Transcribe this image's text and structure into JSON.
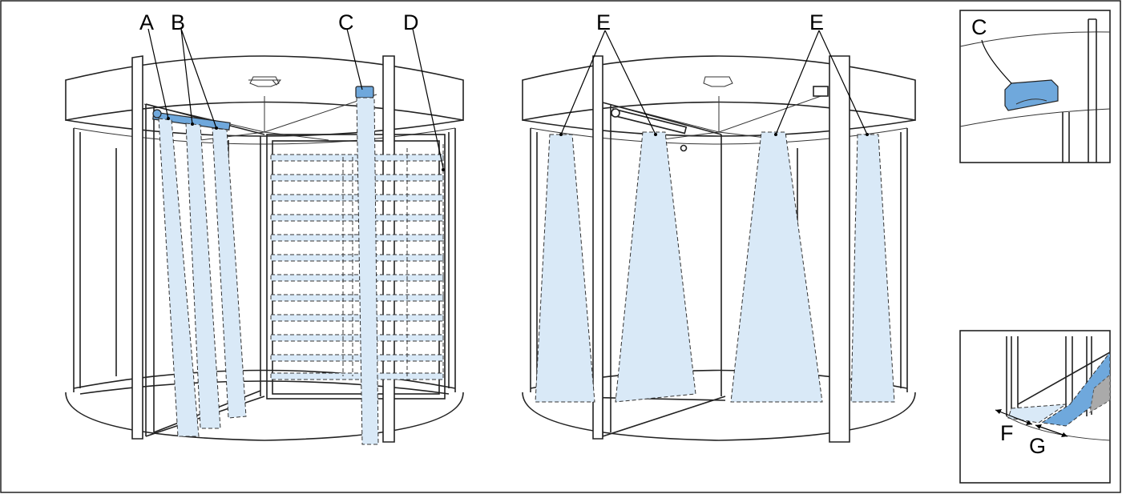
{
  "labels": {
    "a": "A",
    "b": "B",
    "c": "C",
    "d": "D",
    "e_left": "E",
    "e_right": "E",
    "c_detail": "C",
    "f": "F",
    "g": "G"
  },
  "colors": {
    "beam_fill": "#d9e9f7",
    "sensor_fill": "#6fa8dc",
    "outline": "#222222"
  }
}
